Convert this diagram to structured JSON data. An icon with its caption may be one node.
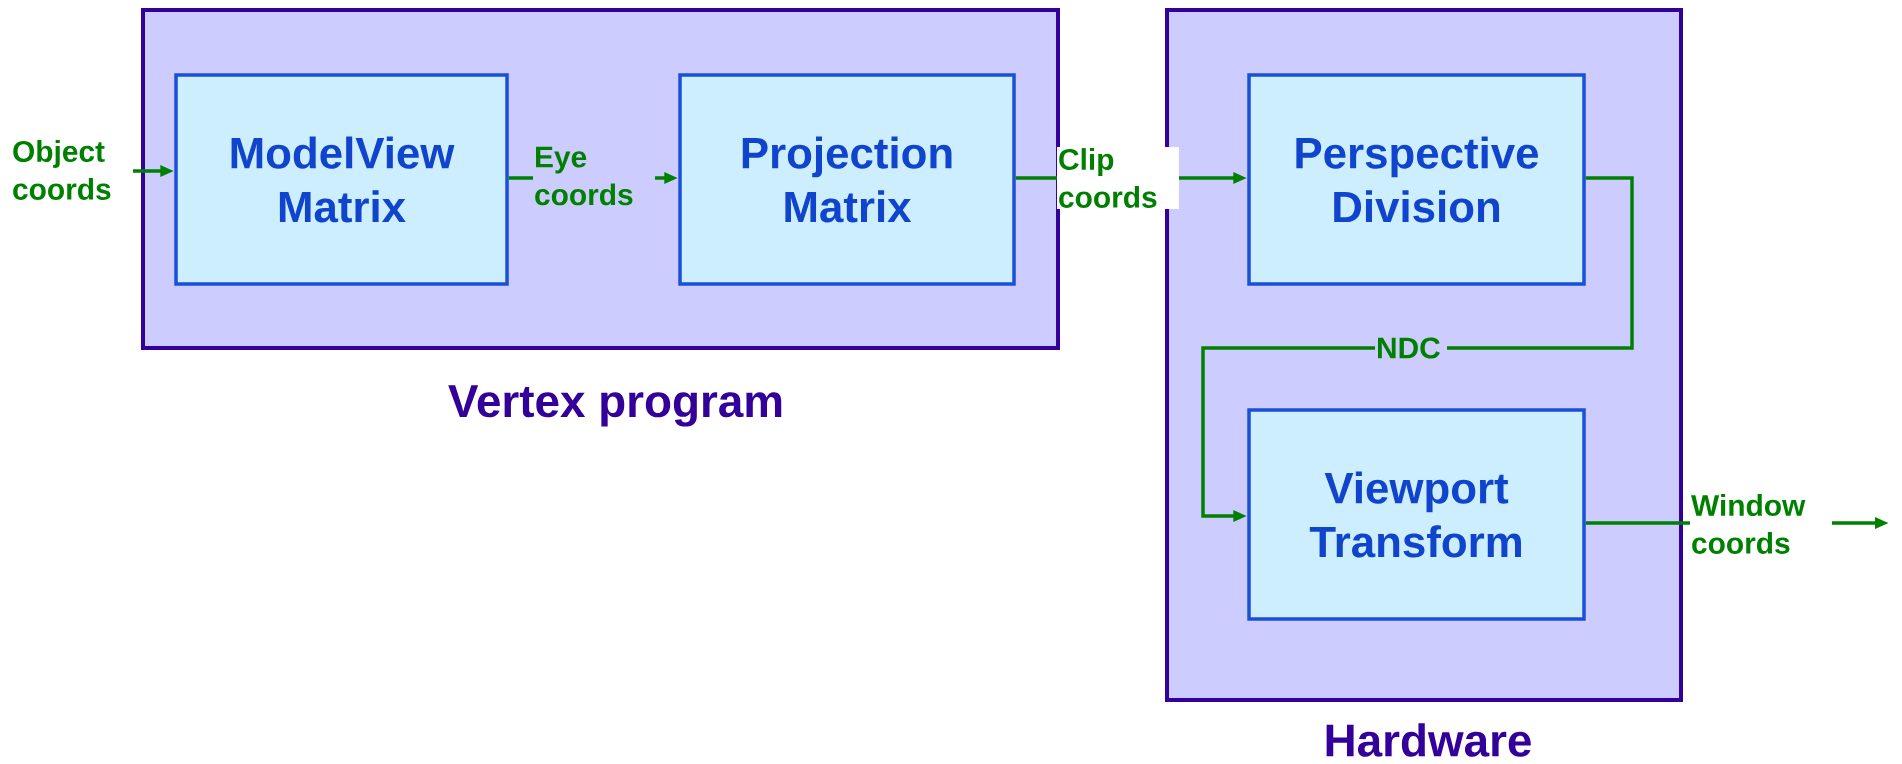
{
  "diagram": {
    "nodes": [
      {
        "text": [
          "Vertex program"
        ]
      },
      {
        "text": [
          "ModelView Matrix"
        ],
        "in": 0
      },
      {
        "text": [
          "Projection Matrix"
        ],
        "in": 0
      },
      {
        "text": [
          "Hardware"
        ]
      },
      {
        "text": [
          "Perspective Division"
        ],
        "in": 3
      },
      {
        "text": [
          "Viewport Transform"
        ],
        "in": 3
      }
    ],
    "edges": [
      {
        "from": null,
        "to": 1,
        "arrow": "to",
        "label": "Object coords"
      },
      {
        "from": 1,
        "to": 2,
        "arrow": "to",
        "label": "Eye coords"
      },
      {
        "from": 2,
        "to": 4,
        "arrow": "to",
        "label": "Clip coords"
      },
      {
        "from": 4,
        "to": 5,
        "arrow": "to",
        "label": "NDC"
      },
      {
        "from": 5,
        "to": null,
        "arrow": "to",
        "label": "Window coords"
      }
    ]
  }
}
